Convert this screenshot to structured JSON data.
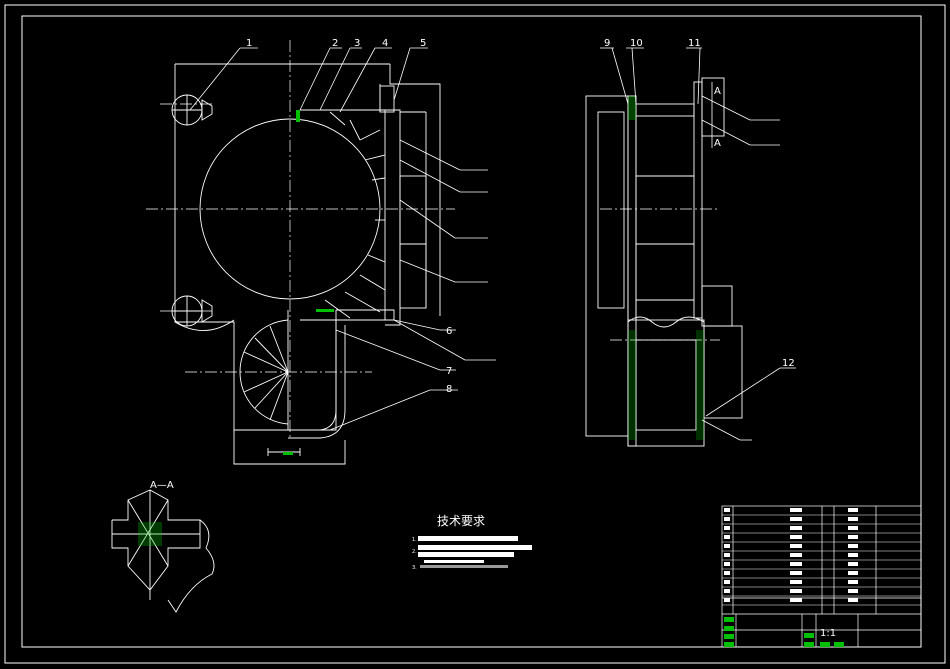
{
  "drawing": {
    "background": "#000000",
    "line_color": "#ffffff",
    "highlight_color": "#00c000",
    "balloons": [
      "1",
      "2",
      "3",
      "4",
      "5",
      "6",
      "7",
      "8",
      "9",
      "10",
      "11",
      "12"
    ],
    "section_label": "A—A",
    "section_marks": [
      "A",
      "A"
    ],
    "requirements": {
      "title": "技术要求",
      "items": [
        "1.",
        "2.",
        "3."
      ]
    },
    "title_block": {
      "scale": "1:1"
    }
  }
}
